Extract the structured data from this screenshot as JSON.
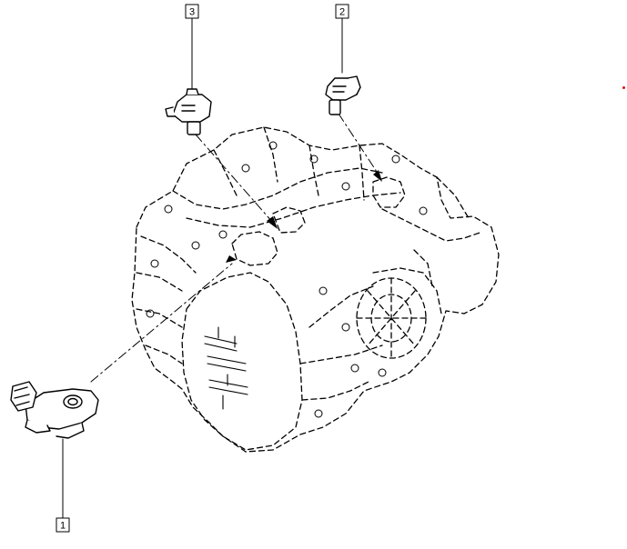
{
  "callouts": {
    "part_1": "1",
    "part_2": "2",
    "part_3": "3"
  },
  "colors": {
    "line": "#000000",
    "background": "#ffffff",
    "marker": "#dd1111"
  }
}
